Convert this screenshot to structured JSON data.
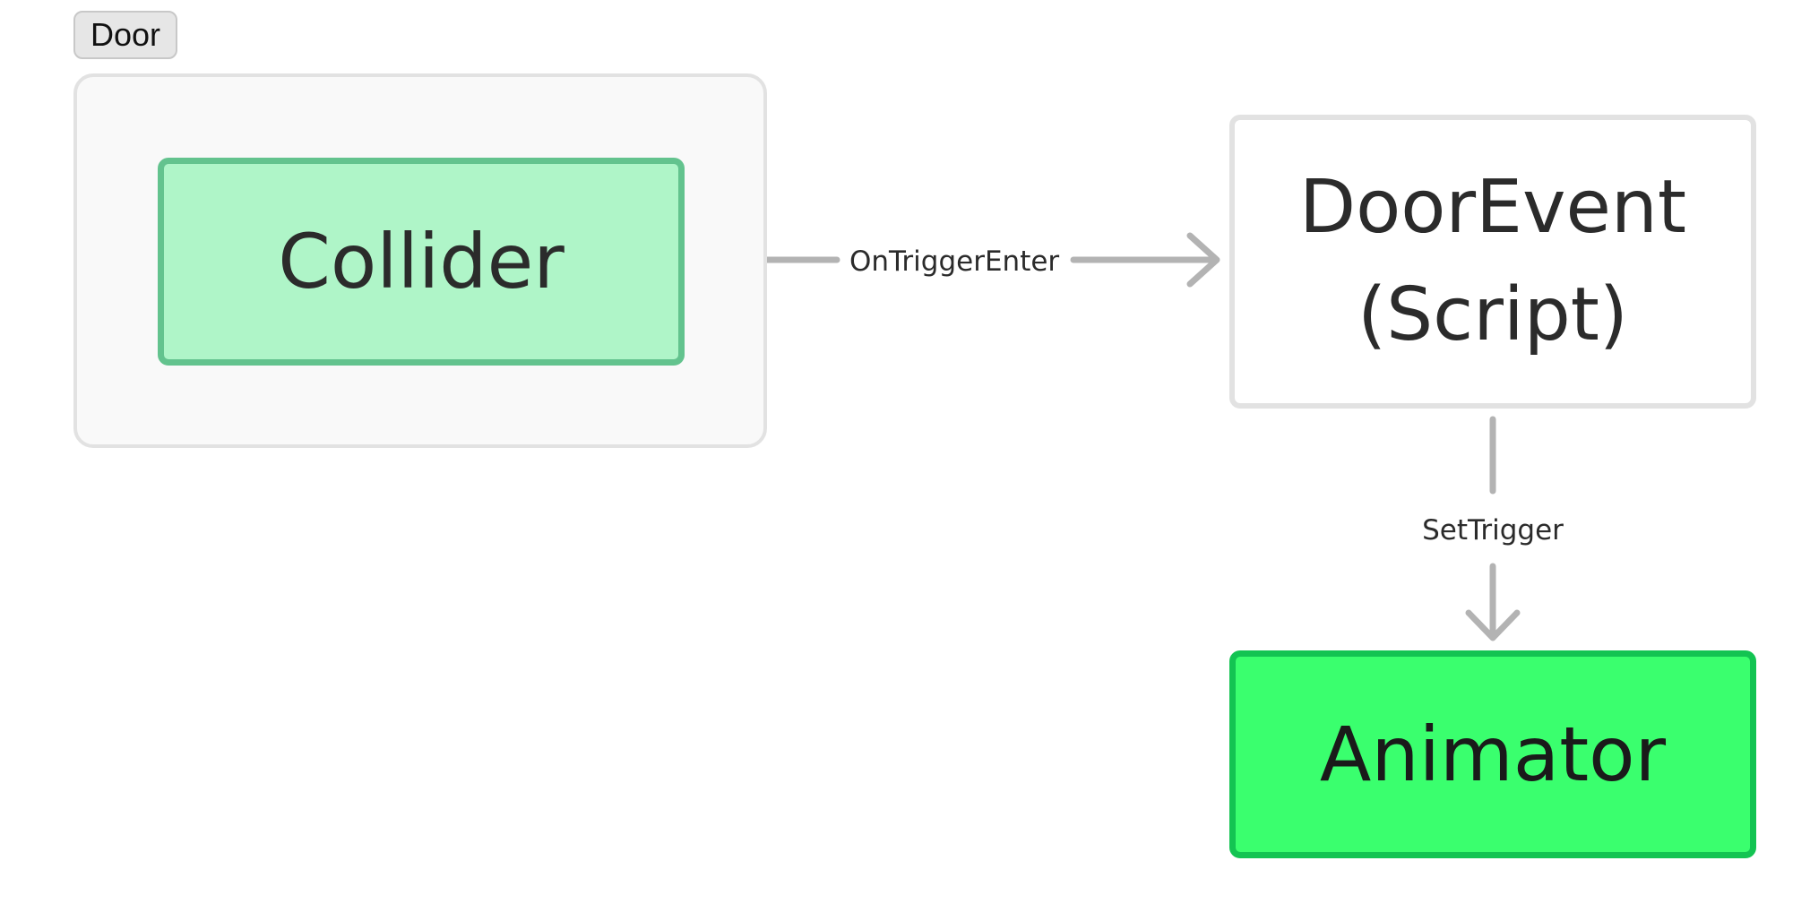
{
  "group": {
    "label": "Door"
  },
  "nodes": {
    "collider": "Collider",
    "script_line1": "DoorEvent",
    "script_line2": "(Script)",
    "animator": "Animator"
  },
  "edges": {
    "collider_to_script": "OnTriggerEnter",
    "script_to_animator": "SetTrigger"
  },
  "colors": {
    "collider_fill": "#aff5c8",
    "collider_border": "#63c38e",
    "animator_fill": "#3aff6e",
    "animator_border": "#13c452",
    "edge": "#b3b3b3",
    "group_fill": "#f9f9f9",
    "group_border": "#e2e2e2"
  }
}
